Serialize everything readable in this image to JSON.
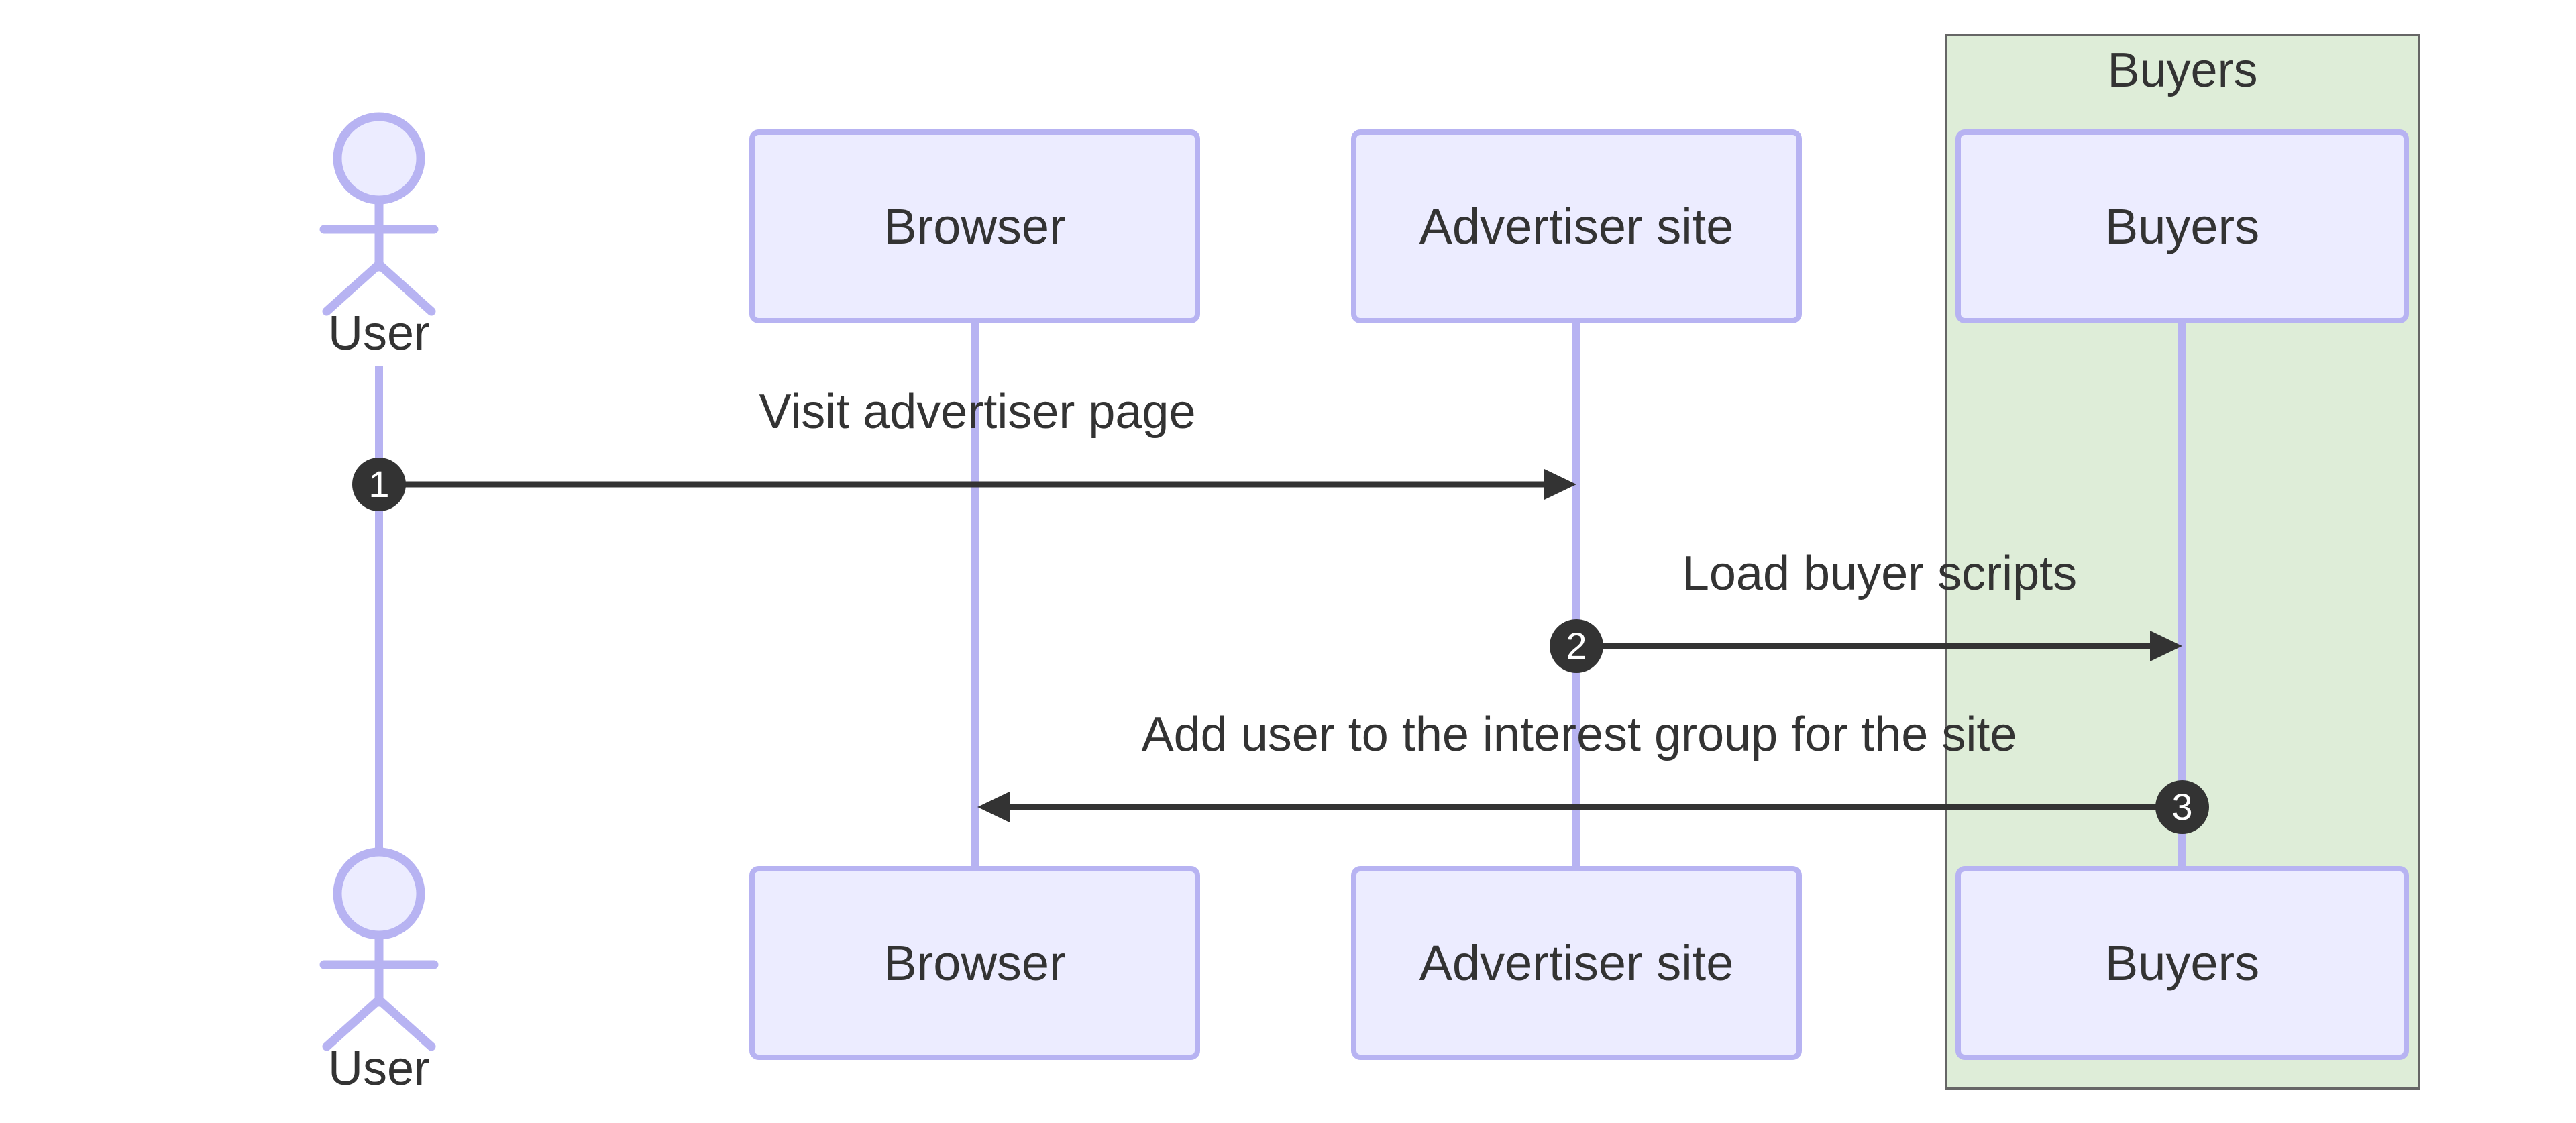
{
  "diagram": {
    "type": "sequence-diagram",
    "group": {
      "label": "Buyers"
    },
    "actors": [
      {
        "id": "user",
        "label": "User",
        "representation": "stick-figure"
      }
    ],
    "participants": [
      {
        "id": "browser",
        "label": "Browser"
      },
      {
        "id": "advertiser-site",
        "label": "Advertiser site"
      },
      {
        "id": "buyers",
        "label": "Buyers",
        "group": "Buyers"
      }
    ],
    "messages": [
      {
        "seq": "1",
        "text": "Visit advertiser page",
        "from": "User",
        "to": "Advertiser site",
        "direction": "right"
      },
      {
        "seq": "2",
        "text": "Load buyer scripts",
        "from": "Advertiser site",
        "to": "Buyers",
        "direction": "right"
      },
      {
        "seq": "3",
        "text": "Add user to the interest group for the site",
        "from": "Buyers",
        "to": "Browser",
        "direction": "left"
      }
    ],
    "colors": {
      "background": "#ffffff",
      "participant_fill": "#ECECFF",
      "participant_border": "#B7B3F2",
      "lifeline": "#B7B3F2",
      "group_fill": "#DEEDD8",
      "group_border": "#666666",
      "text": "#333333",
      "arrow": "#333333",
      "sequence_number_fill": "#333333",
      "sequence_number_text": "#ffffff"
    }
  }
}
